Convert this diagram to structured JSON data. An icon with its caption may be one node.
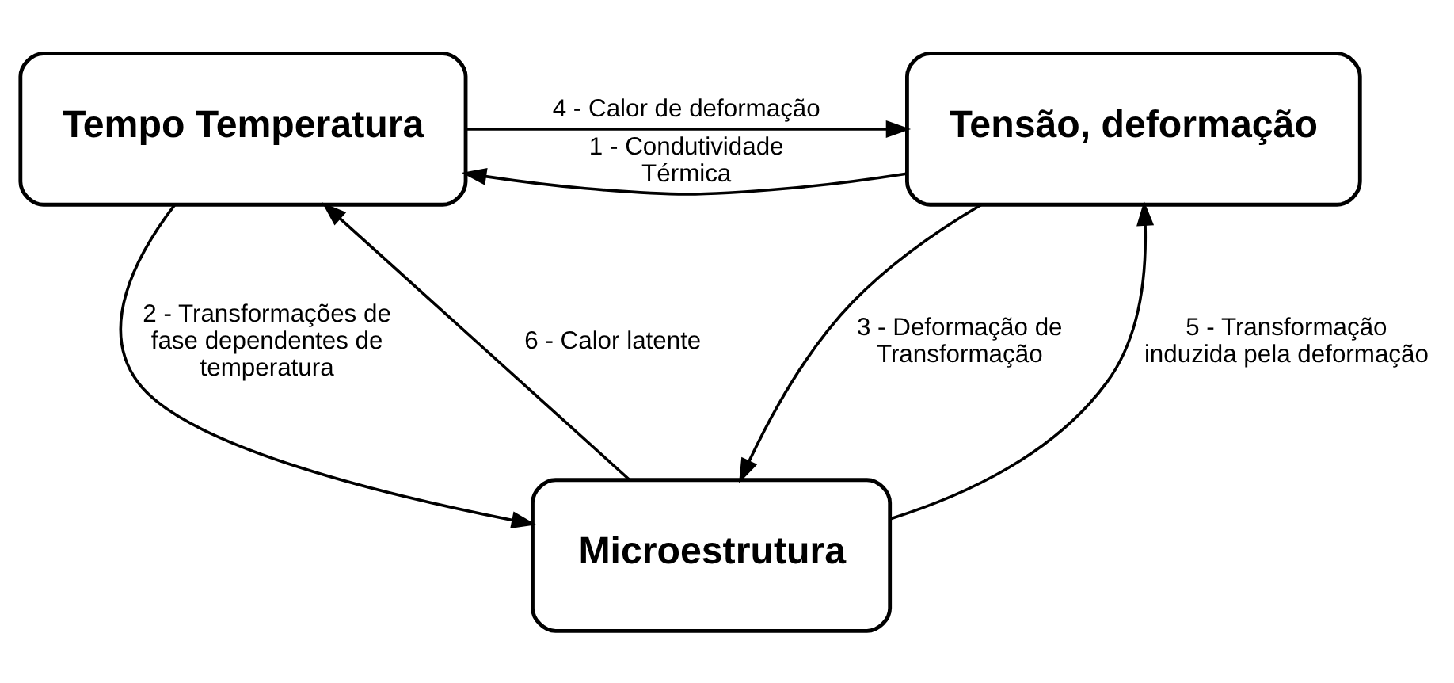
{
  "diagram": {
    "nodes": [
      {
        "text": [
          "Tempo Temperatura"
        ]
      },
      {
        "text": [
          "Tensão, deformação"
        ]
      },
      {
        "text": [
          "Microestrutura"
        ]
      }
    ],
    "edges": [
      {
        "from": 1,
        "to": 0,
        "arrow": "to",
        "label": "1 - Condutividade Térmica"
      },
      {
        "from": 0,
        "to": 1,
        "arrow": "to",
        "label": "4 - Calor de deformação"
      },
      {
        "from": 2,
        "to": 0,
        "arrow": "to",
        "label": "6 - Calor latente"
      },
      {
        "from": 2,
        "to": 1,
        "arrow": "to",
        "label": "5 - Transformação induzida pela deformação"
      },
      {
        "from": 0,
        "to": 2,
        "arrow": "to",
        "label": "2 - Transformações de fase dependentes de temperatura"
      },
      {
        "from": 1,
        "to": 2,
        "arrow": "to",
        "label": "3 - Deformação de Transformação"
      }
    ]
  }
}
